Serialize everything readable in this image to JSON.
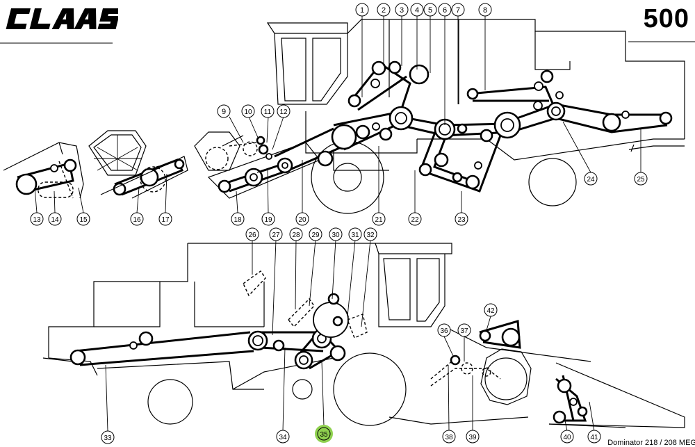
{
  "header": {
    "brand": "CLAAS",
    "page_number": "500"
  },
  "footer": {
    "model_caption": "Dominator 218 / 208 MEG"
  },
  "callouts": {
    "top": [
      "1",
      "2",
      "3",
      "4",
      "5",
      "6",
      "7",
      "8",
      "9",
      "10",
      "11",
      "12",
      "13",
      "14",
      "15",
      "16",
      "17",
      "18",
      "19",
      "20",
      "21",
      "22",
      "23",
      "24",
      "25"
    ],
    "bottom": [
      "26",
      "27",
      "28",
      "29",
      "30",
      "31",
      "32",
      "33",
      "34",
      "35",
      "36",
      "37",
      "38",
      "39",
      "40",
      "41",
      "42"
    ]
  },
  "highlight": {
    "callout": "35",
    "color": "#8fd14f"
  },
  "colors": {
    "ink": "#000000",
    "paper": "#ffffff"
  }
}
